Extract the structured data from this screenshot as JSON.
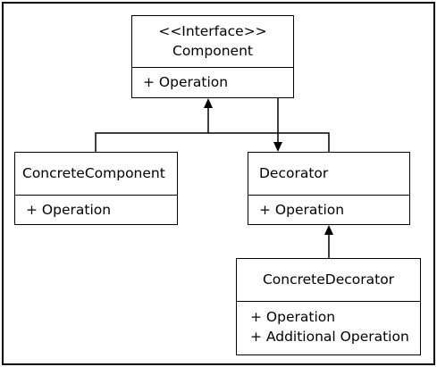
{
  "diagram": {
    "classes": {
      "component": {
        "stereotype": "<<Interface>>",
        "name": "Component",
        "operations": [
          "+ Operation"
        ]
      },
      "concrete_component": {
        "name": "ConcreteComponent",
        "operations": [
          "+ Operation"
        ]
      },
      "decorator": {
        "name": "Decorator",
        "operations": [
          "+ Operation"
        ]
      },
      "concrete_decorator": {
        "name": "ConcreteDecorator",
        "operations": [
          "+ Operation",
          "+ Additional Operation"
        ]
      }
    },
    "relations": [
      {
        "from": "ConcreteComponent",
        "to": "Component",
        "kind": "inheritance"
      },
      {
        "from": "Decorator",
        "to": "Component",
        "kind": "inheritance"
      },
      {
        "from": "Component",
        "to": "Decorator",
        "kind": "association"
      },
      {
        "from": "ConcreteDecorator",
        "to": "Decorator",
        "kind": "inheritance"
      }
    ],
    "colors": {
      "line": "#000000",
      "background": "#ffffff"
    }
  }
}
